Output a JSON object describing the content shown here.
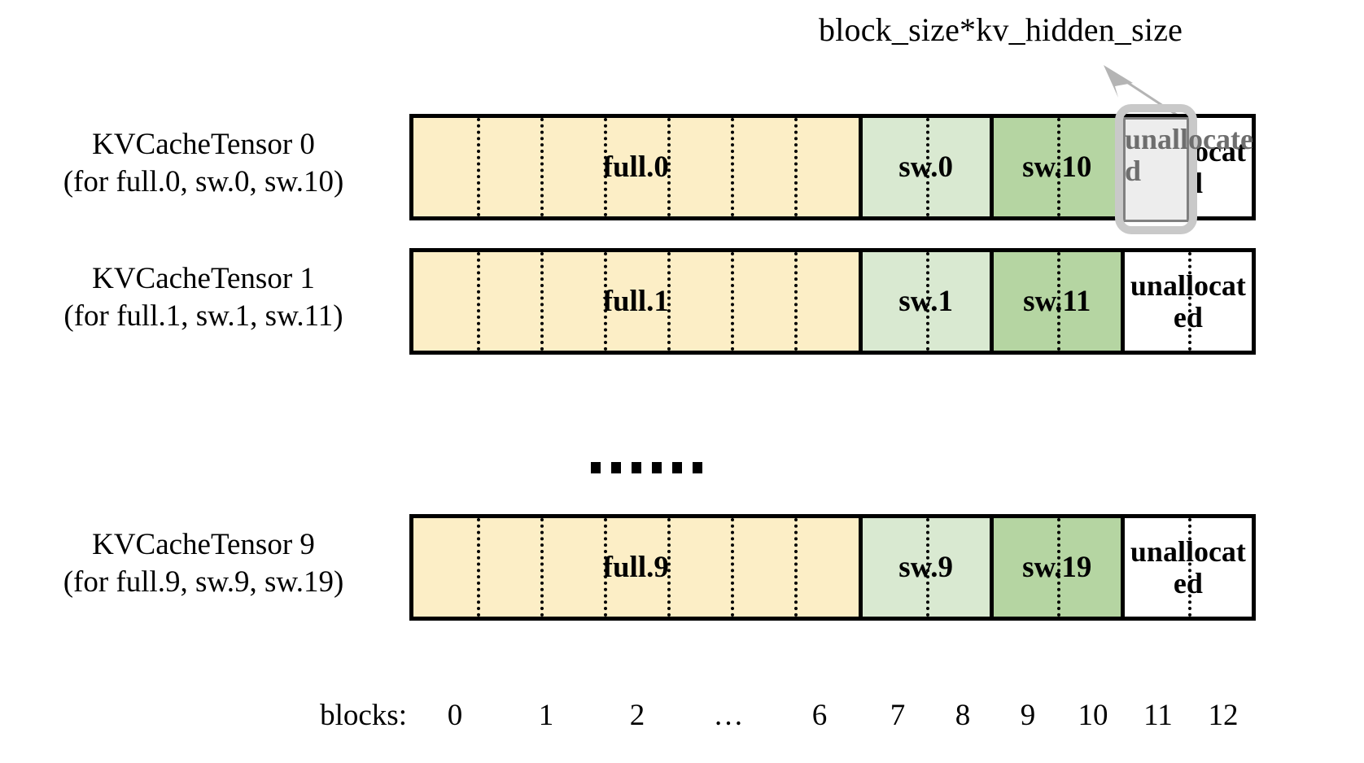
{
  "annotation": {
    "label": "block_size*kv_hidden_size",
    "arrow_color": "#b4b4b4",
    "highlight_border_color": "#c9c9c9",
    "highlight_fill_color": "#ededed",
    "highlight_text": "unallocated",
    "highlight_text_color": "#6e6e6e"
  },
  "colors": {
    "full": "#fceec6",
    "sw_light": "#d9e9d1",
    "sw_dark": "#b5d5a2",
    "unallocated": "#ffffff",
    "outline": "#000000"
  },
  "rows": [
    {
      "title": "KVCacheTensor 0",
      "subtitle": "(for full.0, sw.0, sw.10)",
      "segments": [
        {
          "label": "full.0",
          "kind": "full",
          "blocks": 7
        },
        {
          "label": "sw.0",
          "kind": "sw_light",
          "blocks": 2
        },
        {
          "label": "sw.10",
          "kind": "sw_dark",
          "blocks": 2
        },
        {
          "label": "unallocated",
          "kind": "unallocated",
          "blocks": 2
        }
      ]
    },
    {
      "title": "KVCacheTensor 1",
      "subtitle": "(for full.1, sw.1, sw.11)",
      "segments": [
        {
          "label": "full.1",
          "kind": "full",
          "blocks": 7
        },
        {
          "label": "sw.1",
          "kind": "sw_light",
          "blocks": 2
        },
        {
          "label": "sw.11",
          "kind": "sw_dark",
          "blocks": 2
        },
        {
          "label": "unallocated",
          "kind": "unallocated",
          "blocks": 2
        }
      ]
    },
    {
      "title": "KVCacheTensor 9",
      "subtitle": "(for full.9, sw.9, sw.19)",
      "segments": [
        {
          "label": "full.9",
          "kind": "full",
          "blocks": 7
        },
        {
          "label": "sw.9",
          "kind": "sw_light",
          "blocks": 2
        },
        {
          "label": "sw.19",
          "kind": "sw_dark",
          "blocks": 2
        },
        {
          "label": "unallocated",
          "kind": "unallocated",
          "blocks": 2
        }
      ]
    }
  ],
  "ellipsis": {
    "dot_count": 6
  },
  "axis": {
    "title": "blocks:",
    "ticks": [
      "0",
      "1",
      "2",
      "…",
      "6",
      "7",
      "8",
      "9",
      "10",
      "11",
      "12"
    ]
  }
}
